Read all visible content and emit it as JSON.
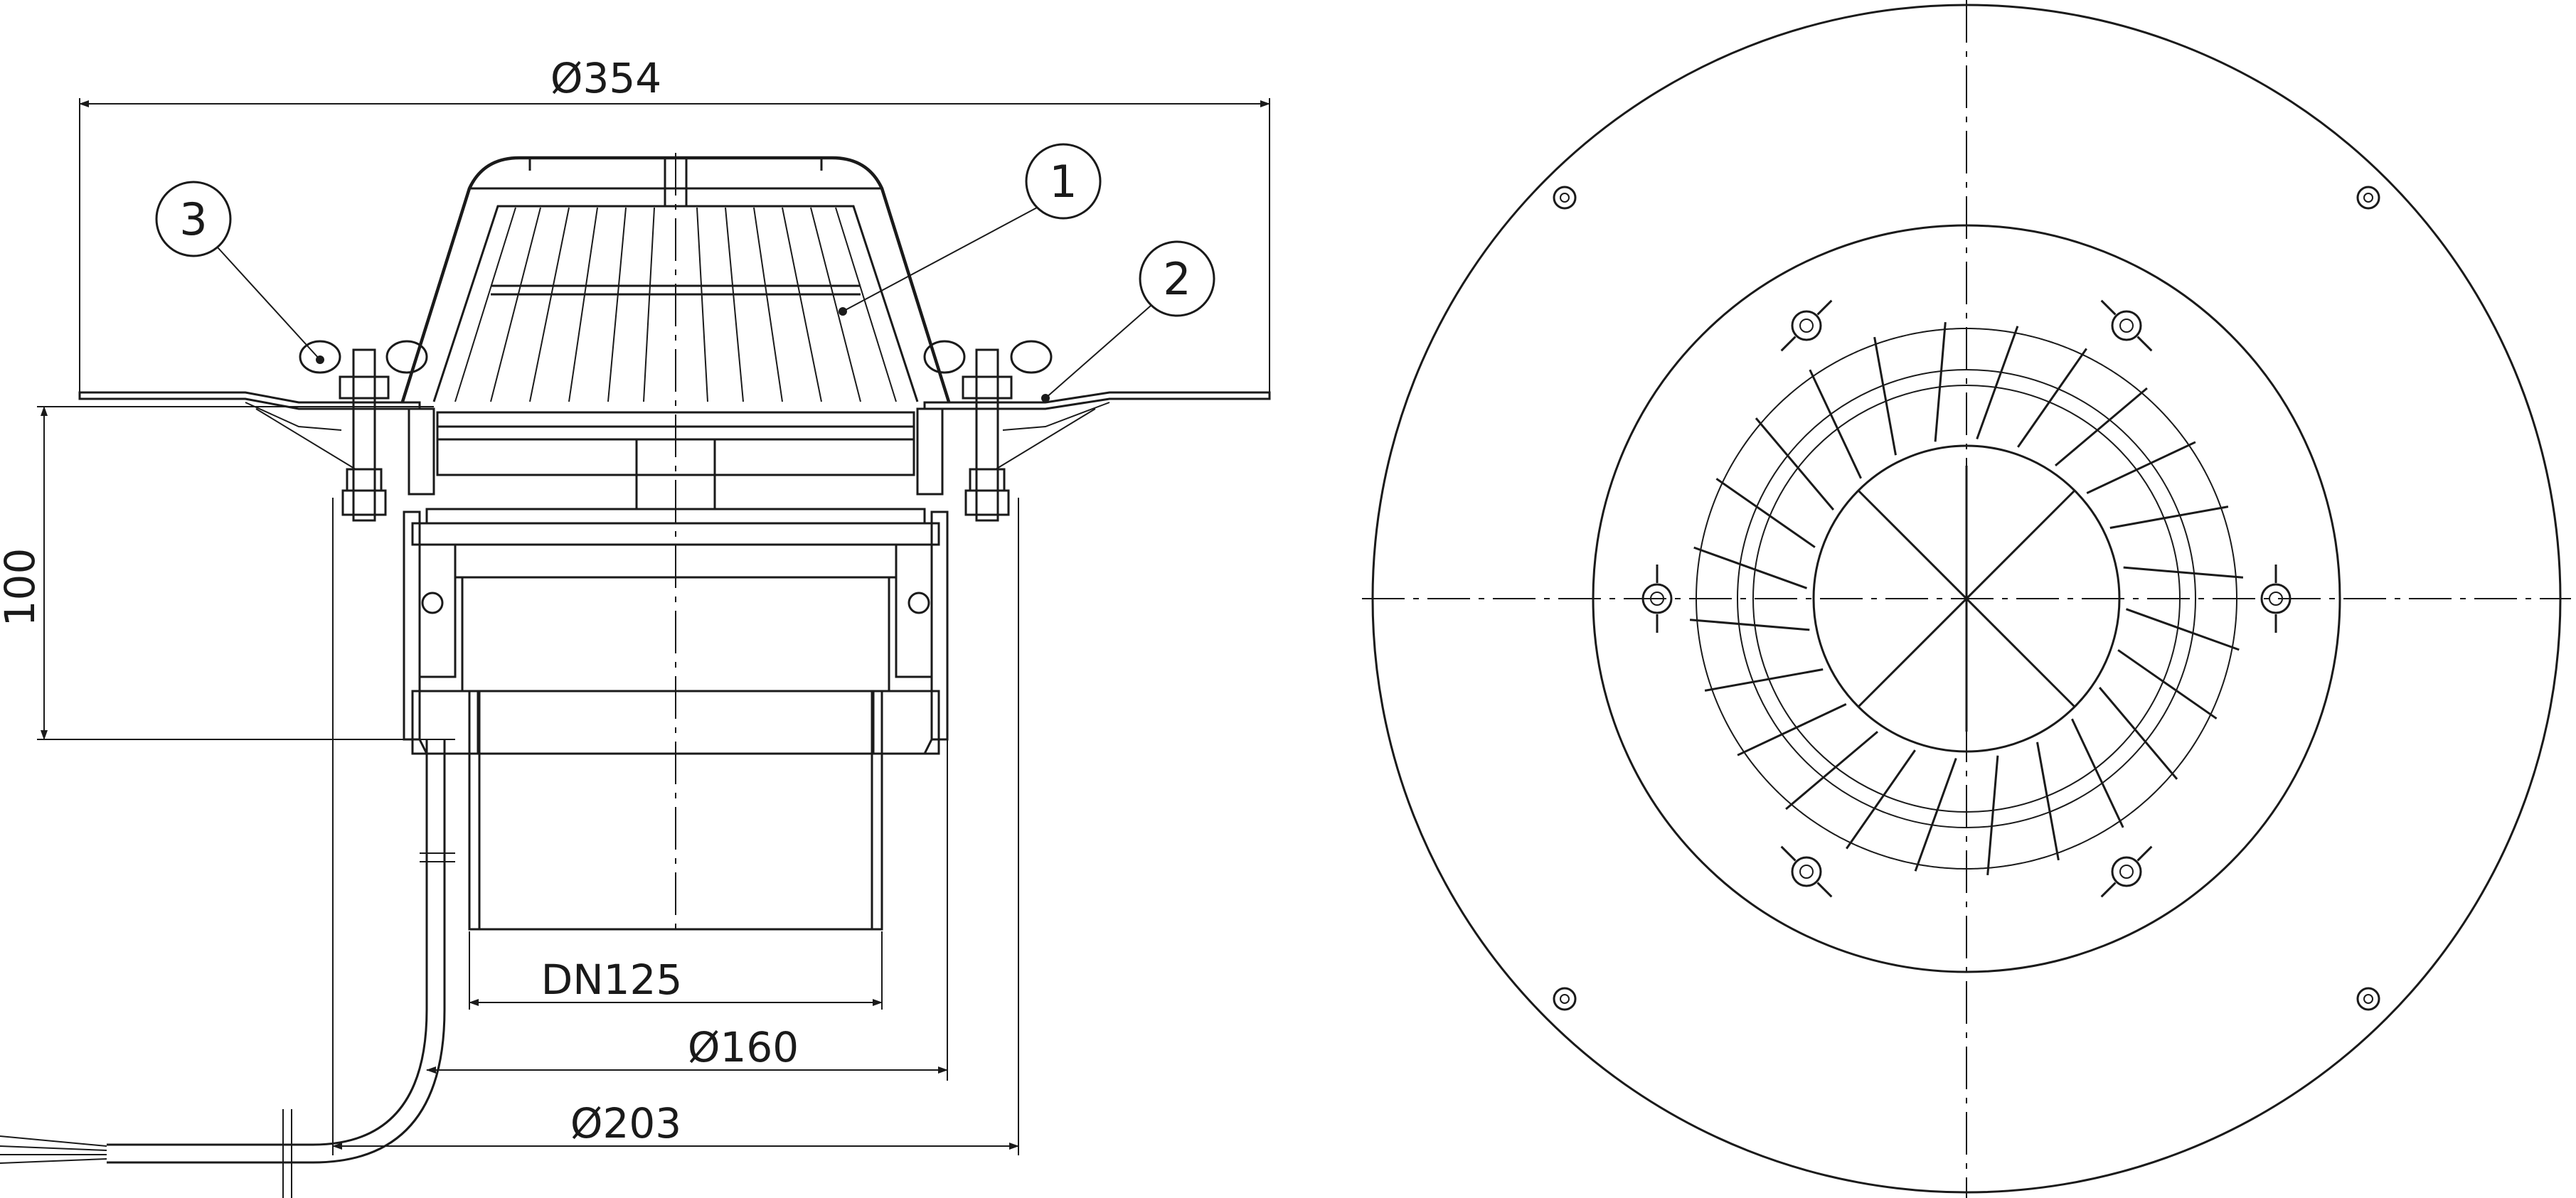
{
  "dimensions": {
    "overall_diameter": "Ø354",
    "height": "100",
    "pipe_dn": "DN125",
    "diameter_160": "Ø160",
    "diameter_203": "Ø203"
  },
  "callouts": [
    "1",
    "2",
    "3"
  ]
}
